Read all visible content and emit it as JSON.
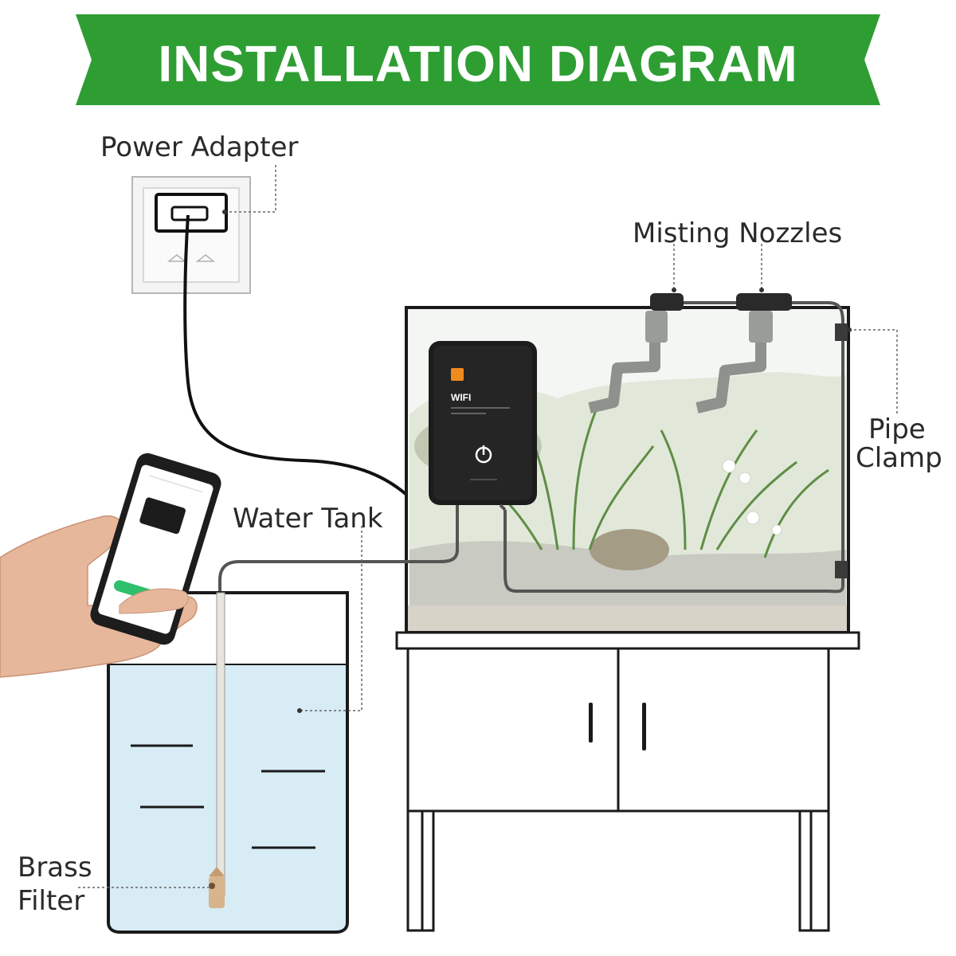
{
  "banner": {
    "title": "INSTALLATION DIAGRAM",
    "color": "#2e9e33"
  },
  "labels": {
    "power_adapter": "Power Adapter",
    "misting_nozzles": "Misting Nozzles",
    "pipe_clamp_line1": "Pipe",
    "pipe_clamp_line2": "Clamp",
    "water_tank": "Water Tank",
    "brass_filter_line1": "Brass",
    "brass_filter_line2": "Filter"
  },
  "device": {
    "brand_icon": "orange-logo-icon",
    "title": "WIFI",
    "power_icon": "power-icon"
  },
  "colors": {
    "water": "#d7ecf5",
    "outline": "#1a1a1a",
    "plants": "#6f9a52",
    "device": "#1c1c1c",
    "accent_orange": "#f08a1c",
    "brass": "#d8b48c"
  }
}
